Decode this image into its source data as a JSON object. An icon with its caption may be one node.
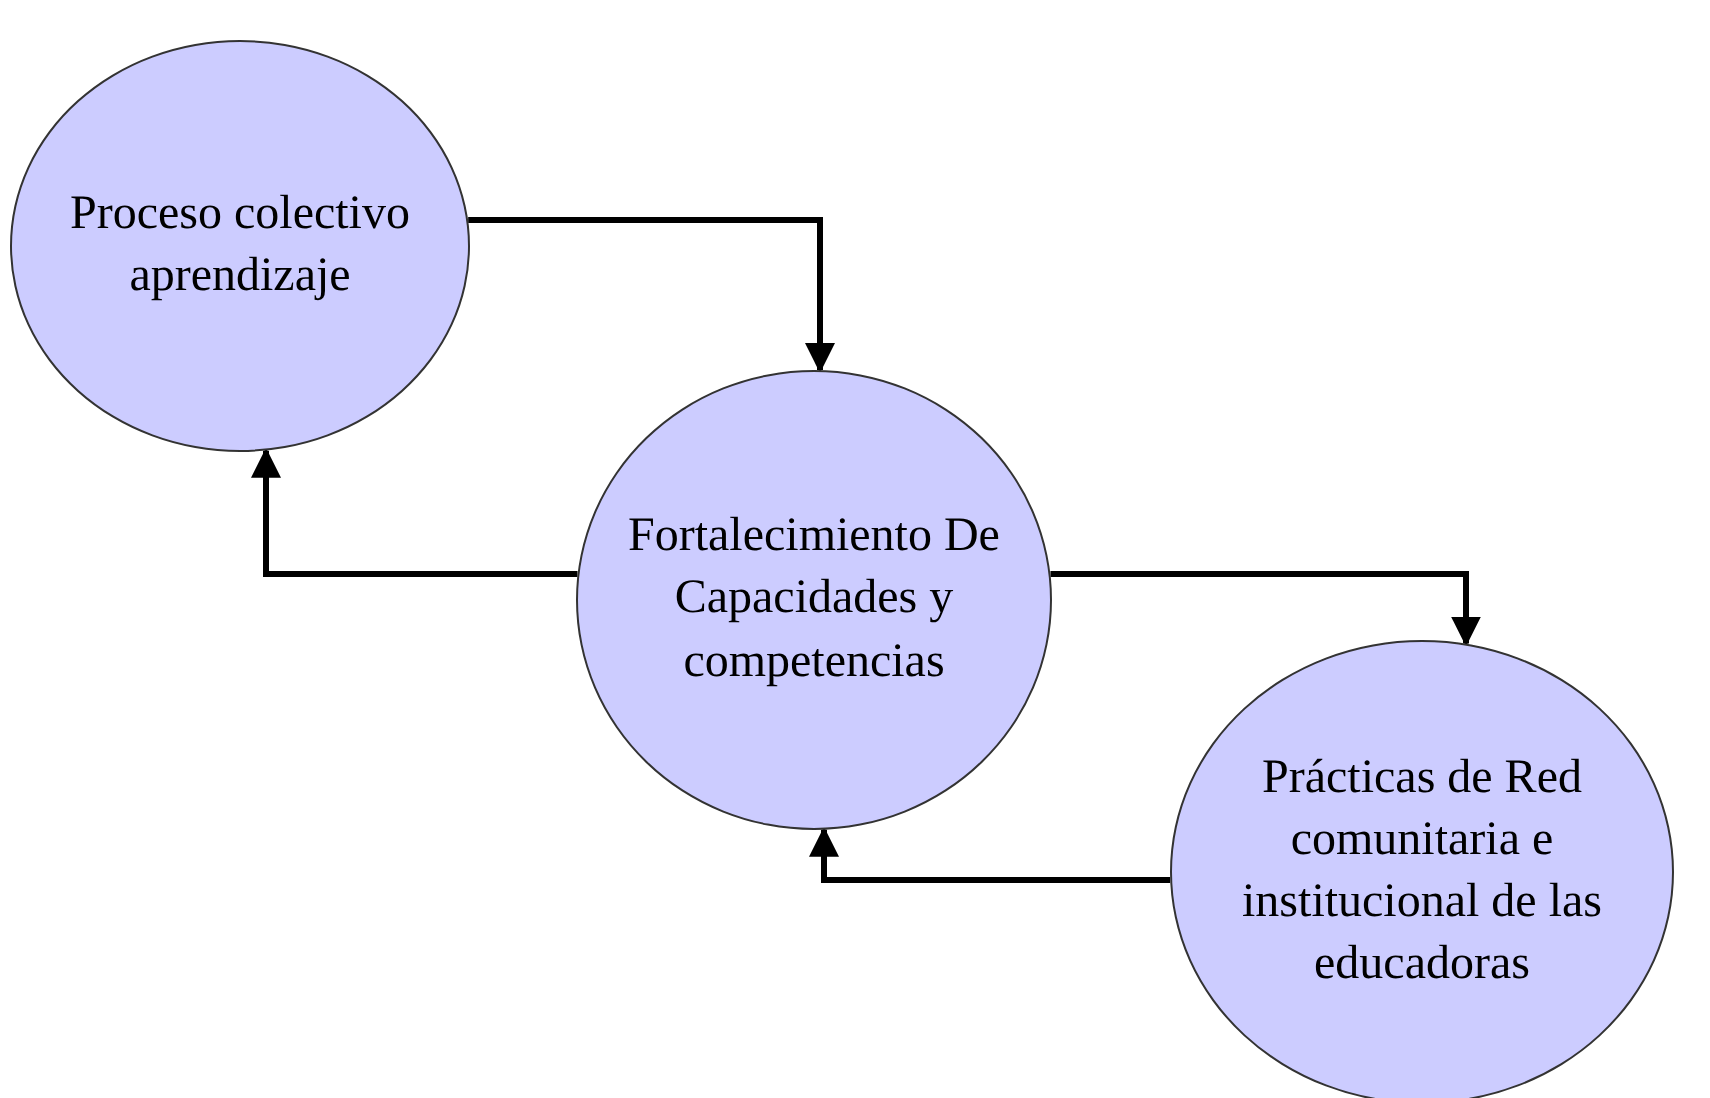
{
  "diagram": {
    "nodes": [
      {
        "text": [
          "Proceso colectivo aprendizaje"
        ]
      },
      {
        "text": [
          "Fortalecimiento De Capacidades y competencias"
        ]
      },
      {
        "text": [
          "Prácticas de Red comunitaria e institucional de las educadoras"
        ]
      }
    ],
    "edges": [
      {
        "from": 0,
        "to": 1,
        "arrow": "to"
      },
      {
        "from": 1,
        "to": 0,
        "arrow": "to"
      },
      {
        "from": 1,
        "to": 2,
        "arrow": "to"
      },
      {
        "from": 2,
        "to": 1,
        "arrow": "to"
      }
    ]
  }
}
